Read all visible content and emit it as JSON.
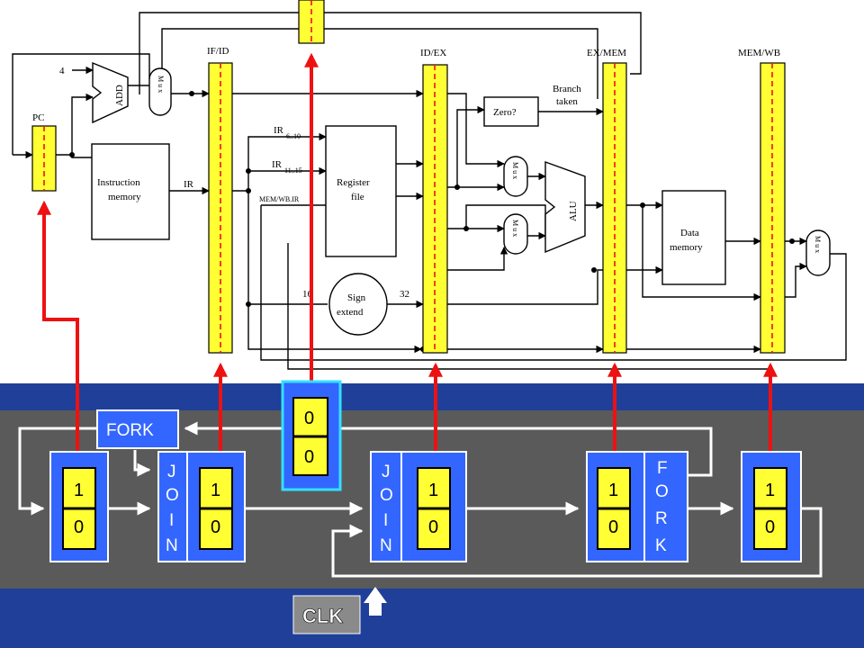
{
  "pipeline_labels": {
    "if_id": "IF/ID",
    "id_ex": "ID/EX",
    "ex_mem": "EX/MEM",
    "mem_wb": "MEM/WB",
    "pc": "PC",
    "const_4": "4",
    "add": "ADD",
    "mux": "M u x",
    "instruction_memory_1": "Instruction",
    "instruction_memory_2": "memory",
    "ir": "IR",
    "ir_6_10": "IR",
    "ir_6_10_sub": "6..10",
    "ir_11_15": "IR",
    "ir_11_15_sub": "11..15",
    "mem_wb_ir": "MEM/WB.IR",
    "register_file_1": "Register",
    "register_file_2": "file",
    "sign_extend_1": "Sign",
    "sign_extend_2": "extend",
    "width_16": "16",
    "width_32": "32",
    "zero": "Zero?",
    "branch_taken_1": "Branch",
    "branch_taken_2": "taken",
    "alu": "ALU",
    "data_memory_1": "Data",
    "data_memory_2": "memory"
  },
  "control": {
    "fork_top": "FORK",
    "join_left": "J O I N",
    "join_mid": "J O I N",
    "fork_right": "F O R K",
    "clk": "CLK",
    "stage_top": "1",
    "stage_bottom": "0",
    "branch_top": "0",
    "branch_bottom": "0"
  },
  "colors": {
    "register_yellow": "#ffff33",
    "stage_blue": "#3366ff",
    "arrow_red": "#ee1111",
    "band_gray": "#5a5a5a",
    "band_blue": "#1f3f99"
  }
}
